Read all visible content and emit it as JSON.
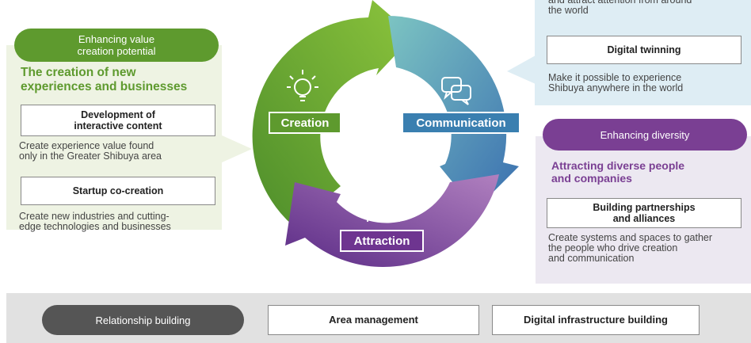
{
  "left": {
    "pill": "Enhancing value\ncreation potential",
    "heading": "The creation of new\nexperiences and businesses",
    "box1": "Development of\ninteractive content",
    "desc1": "Create experience value found\nonly in the Greater Shibuya area",
    "box2": "Startup co-creation",
    "desc2": "Create new industries and cutting-\nedge technologies and businesses"
  },
  "top_right": {
    "partial_text": "and attract attention from around\nthe world",
    "box": "Digital twinning",
    "desc": "Make it possible to experience\nShibuya anywhere in the world"
  },
  "right": {
    "pill": "Enhancing diversity",
    "heading": "Attracting diverse people\nand companies",
    "box": "Building partnerships\nand alliances",
    "desc": "Create systems and spaces to gather\nthe people who drive creation\nand communication"
  },
  "cycle": {
    "creation": "Creation",
    "communication": "Communication",
    "attraction": "Attraction"
  },
  "bottom": {
    "pill": "Relationship building",
    "box1": "Area management",
    "box2": "Digital infrastructure building"
  },
  "colors": {
    "green": "#5e9a2e",
    "blue": "#3a7fb0",
    "purple": "#7a3f93",
    "teal": "#5aaab7"
  }
}
